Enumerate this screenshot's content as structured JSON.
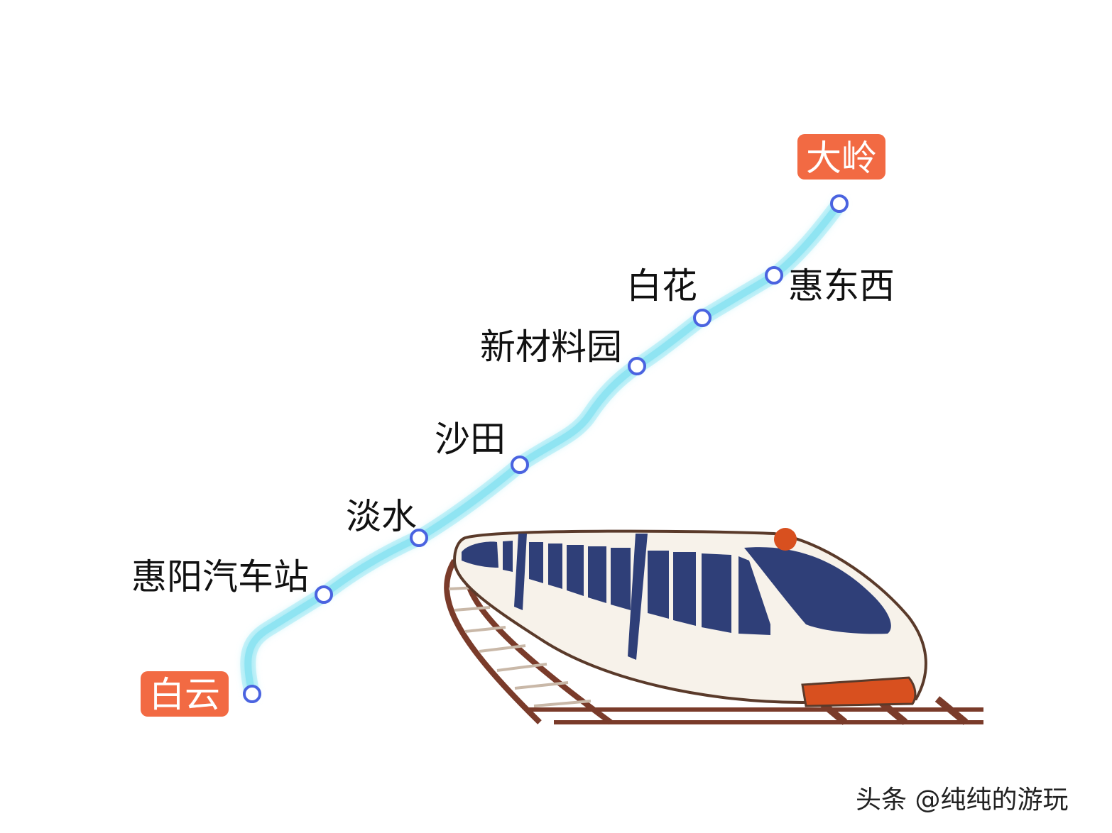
{
  "title": "",
  "stations": [
    {
      "id": "baiyun",
      "name": "白云",
      "terminal": true
    },
    {
      "id": "huiyang-bus",
      "name": "惠阳汽车站",
      "terminal": false
    },
    {
      "id": "danshui",
      "name": "淡水",
      "terminal": false
    },
    {
      "id": "shatian",
      "name": "沙田",
      "terminal": false
    },
    {
      "id": "xincailiao",
      "name": "新材料园",
      "terminal": false
    },
    {
      "id": "baihua",
      "name": "白花",
      "terminal": false
    },
    {
      "id": "huidongxi",
      "name": "惠东西",
      "terminal": false
    },
    {
      "id": "daling",
      "name": "大岭",
      "terminal": true
    }
  ],
  "colors": {
    "line": "#8fe4f2",
    "line_glow": "#c8f3fa",
    "terminal_bg": "#f26a43",
    "station_ring": "#4a63e0",
    "train_body": "#f7f2ea",
    "train_window": "#2f3f78",
    "train_accent": "#d8501f",
    "track": "#7a3b2a"
  },
  "icons": [
    "train-icon"
  ],
  "watermark": "头条 @纯纯的游玩"
}
